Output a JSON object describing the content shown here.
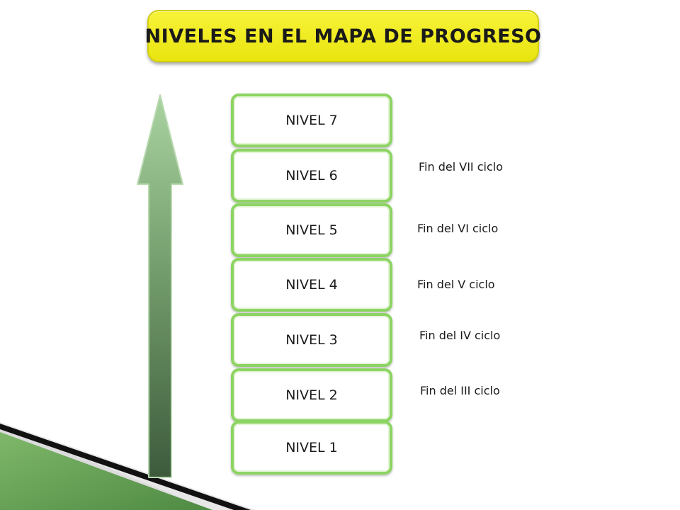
{
  "title": "NIVELES EN EL MAPA DE PROGRESO",
  "levels": [
    {
      "label": "NIVEL 7"
    },
    {
      "label": "NIVEL 6"
    },
    {
      "label": "NIVEL 5"
    },
    {
      "label": "NIVEL 4"
    },
    {
      "label": "NIVEL 3"
    },
    {
      "label": "NIVEL 2"
    },
    {
      "label": "NIVEL 1"
    }
  ],
  "cycles": [
    {
      "label": "Fin del VII ciclo"
    },
    {
      "label": "Fin del VI ciclo"
    },
    {
      "label": "Fin del V ciclo"
    },
    {
      "label": "Fin del IV ciclo"
    },
    {
      "label": "Fin del III ciclo"
    }
  ],
  "colors": {
    "title_bg": "#f2ee22",
    "level_border": "#8dd463",
    "arrow_top": "#a9d3a0",
    "arrow_bottom": "#3d5b3c"
  }
}
